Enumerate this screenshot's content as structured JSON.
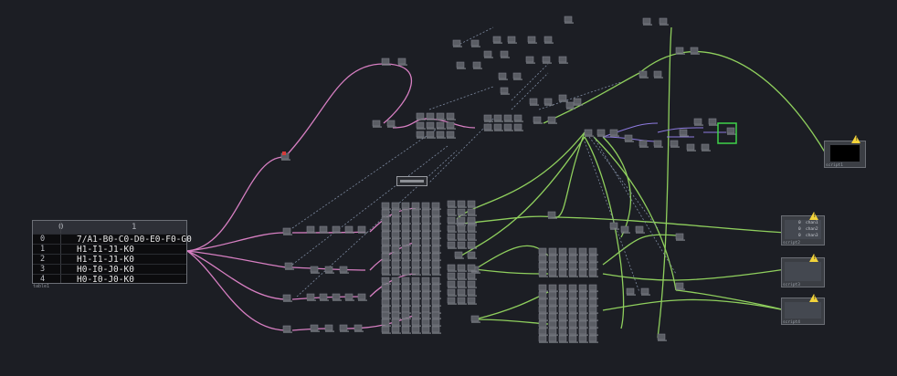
{
  "window": {
    "title": ""
  },
  "table_dat": {
    "name": "table1",
    "columns": [
      "0",
      "1"
    ],
    "rows": [
      {
        "index": "0",
        "value": "7/A1-B0-C0-D0-E0-F0-G0"
      },
      {
        "index": "1",
        "value": "H1-I1-J1-K0"
      },
      {
        "index": "2",
        "value": "H1-I1-J1-K0"
      },
      {
        "index": "3",
        "value": "H0-I0-J0-K0"
      },
      {
        "index": "4",
        "value": "H0-I0-J0-K0"
      }
    ]
  },
  "viewers": [
    {
      "name": "script1",
      "kind": "top-viewer",
      "warning": true
    },
    {
      "name": "script2",
      "kind": "chop-viewer",
      "warning": true,
      "channels": [
        "chan1",
        "chan2",
        "chan3"
      ],
      "channel_values": [
        "0",
        "0",
        "0"
      ]
    },
    {
      "name": "script3",
      "kind": "chop-viewer",
      "warning": true
    },
    {
      "name": "script4",
      "kind": "chop-viewer",
      "warning": true
    }
  ],
  "colors": {
    "background": "#1c1e24",
    "dat_wire": "#d77fc2",
    "chop_wire": "#8fcf5d",
    "export_wire": "#7d8aa0",
    "top_wire": "#8e7be0",
    "warning": "#f2d33a",
    "selected": "#3fd24a"
  }
}
